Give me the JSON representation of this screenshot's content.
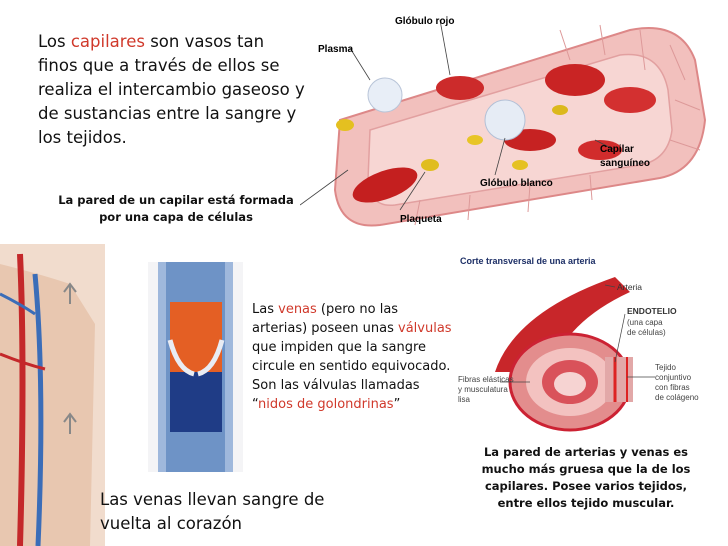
{
  "intro": {
    "prefix": "Los ",
    "highlight": "capilares",
    "rest": " son vasos tan finos que a través de ellos se realiza el intercambio gaseoso y de sustancias entre la sangre y los tejidos."
  },
  "capillary_caption": "La pared de un capilar está formada por una capa de células",
  "capillary_labels": {
    "red_cell": "Glóbulo rojo",
    "plasma": "Plasma",
    "capillary_line1": "Capilar",
    "capillary_line2": "sanguíneo",
    "white_cell": "Glóbulo blanco",
    "platelet": "Plaqueta"
  },
  "venas_paragraph": {
    "t1": "Las ",
    "h1": "venas",
    "t2": " (pero no las arterias) poseen unas ",
    "h2": "válvulas",
    "t3": " que impiden que la sangre circule en sentido equivocado. Son las válvulas llamadas “",
    "h3": "nidos de golondrinas",
    "t4": "”"
  },
  "venas_bottom": "Las venas llevan sangre de vuelta al corazón",
  "artery_figure": {
    "title": "Corte transversal de una arteria",
    "artery": "Arteria",
    "endotelio": "ENDOTELIO",
    "endotelio_sub1": "(una capa",
    "endotelio_sub2": "de células)",
    "tejido1": "Tejido",
    "tejido2": "conjuntivo",
    "tejido3": "con fibras",
    "tejido4": "de colágeno",
    "fibras1": "Fibras elásticas",
    "fibras2": "y musculatura",
    "fibras3": "lisa"
  },
  "arterias_caption": "La pared de arterias y venas es mucho más gruesa que la de los capilares. Posee varios tejidos, entre ellos tejido muscular.",
  "colors": {
    "highlight": "#d0392b",
    "blood_red": "#c8242b",
    "vessel_pink": "#e9a0a0"
  }
}
